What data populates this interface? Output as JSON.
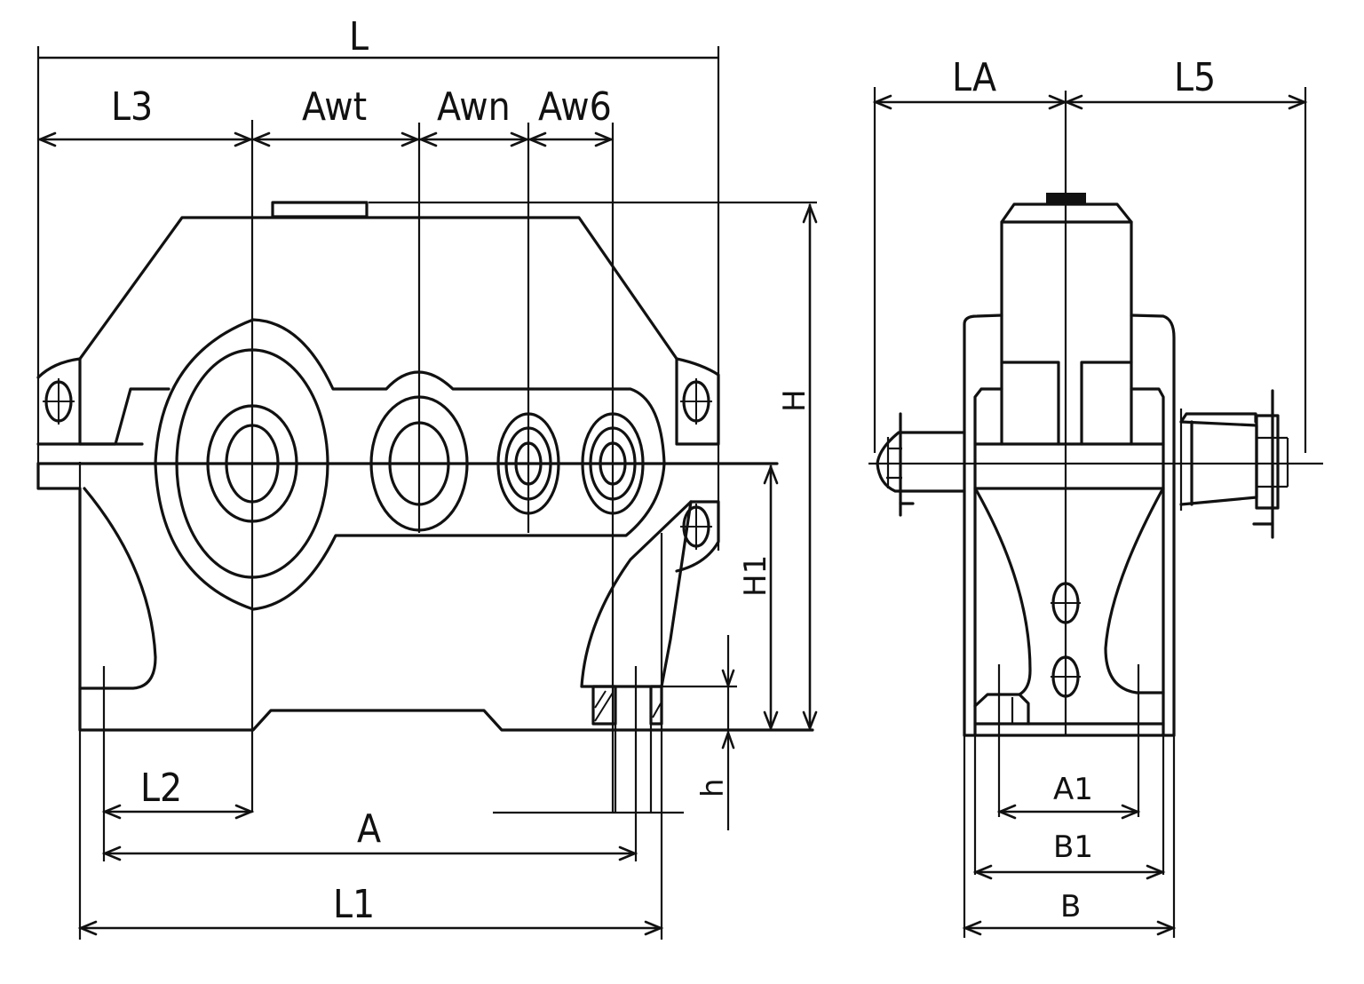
{
  "title": "Gear reducer outline dimensions",
  "colors": {
    "line": "#111111",
    "background": "#ffffff"
  },
  "front_view": {
    "dimensions": {
      "L": "L",
      "L3": "L3",
      "Awt": "Awt",
      "Awn": "Awn",
      "Aw6": "Aw6",
      "H": "H",
      "H1": "H1",
      "h": "h",
      "L2": "L2",
      "A": "A",
      "L1": "L1"
    }
  },
  "side_view": {
    "dimensions": {
      "LA": "LA",
      "L5": "L5",
      "A1": "A1",
      "B1": "B1",
      "B": "B"
    }
  }
}
